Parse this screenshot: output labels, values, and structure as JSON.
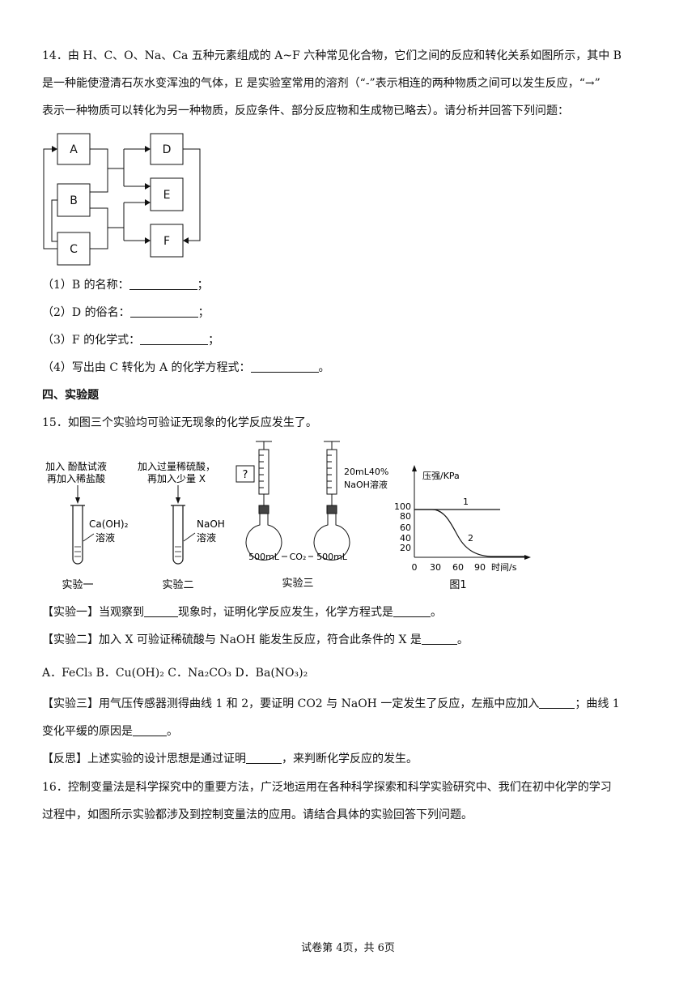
{
  "q14": {
    "line1": "14．由 H、C、O、Na、Ca 五种元素组成的 A~F 六种常见化合物，它们之间的反应和转化关系如图所示，其中 B",
    "line2": "是一种能使澄清石灰水变浑浊的气体，E 是实验室常用的溶剂（“-”表示相连的两种物质之间可以发生反应，“→”",
    "line3": "表示一种物质可以转化为另一种物质，反应条件、部分反应物和生成物已略去）。请分析并回答下列问题：",
    "diagram": {
      "boxes": [
        "A",
        "B",
        "C",
        "D",
        "E",
        "F"
      ]
    },
    "sub1": "（1）B 的名称：",
    "sub2": "（2）D 的俗名：",
    "sub3": "（3）F 的化学式：",
    "sub4": "（4）写出由 C 转化为 A 的化学方程式：",
    "semicolon": "；",
    "period": "。"
  },
  "section4": "四、实验题",
  "q15": {
    "intro": "15．如图三个实验均可验证无现象的化学反应发生了。",
    "exp1": {
      "label1": "加入 酚酞试液",
      "label2": "再加入稀盐酸",
      "solution1": "Ca(OH)₂",
      "solution2": "溶液",
      "caption": "实验一"
    },
    "exp2": {
      "label1": "加入过量稀硫酸，",
      "label2": "再加入少量 X",
      "solution1": "NaOH",
      "solution2": "溶液",
      "caption": "实验二"
    },
    "exp3": {
      "question": "?",
      "syringe1": "20mL40%",
      "syringe2": "NaOH溶液",
      "flask": "500mL",
      "gas": "CO₂",
      "caption": "实验三"
    },
    "graph": {
      "ylabel": "压强/KPa",
      "xlabel": "时间/s",
      "yticks": [
        "100",
        "80",
        "60",
        "40",
        "20"
      ],
      "xticks": [
        "0",
        "30",
        "60",
        "90"
      ],
      "curve1": "1",
      "curve2": "2",
      "caption": "图1"
    },
    "e1_a": "【实验一】当观察到",
    "e1_b": "现象时，证明化学反应发生，化学方程式是",
    "e2": "【实验二】加入  X  可验证稀硫酸与 NaOH  能发生反应，符合此条件的 X  是",
    "options": "A．FeCl₃ B．Cu(OH)₂ C．Na₂CO₃ D．Ba(NO₃)₂",
    "e3_a": "【实验三】用气压传感器测得曲线 1  和 2，要证明 CO2  与 NaOH  一定发生了反应，左瓶中应加入",
    "e3_b": "；曲线  1",
    "e3_c": "变化平缓的原因是",
    "r_a": "【反思】上述实验的设计思想是通过证明",
    "r_b": "，来判断化学反应的发生。"
  },
  "q16": {
    "line1": "16．控制变量法是科学探究中的重要方法，广泛地运用在各种科学探索和科学实验研究中、我们在初中化学的学习",
    "line2": "过程中，如图所示实验都涉及到控制变量法的应用。请结合具体的实验回答下列问题。"
  },
  "footer": "试卷第 4页，共 6页"
}
